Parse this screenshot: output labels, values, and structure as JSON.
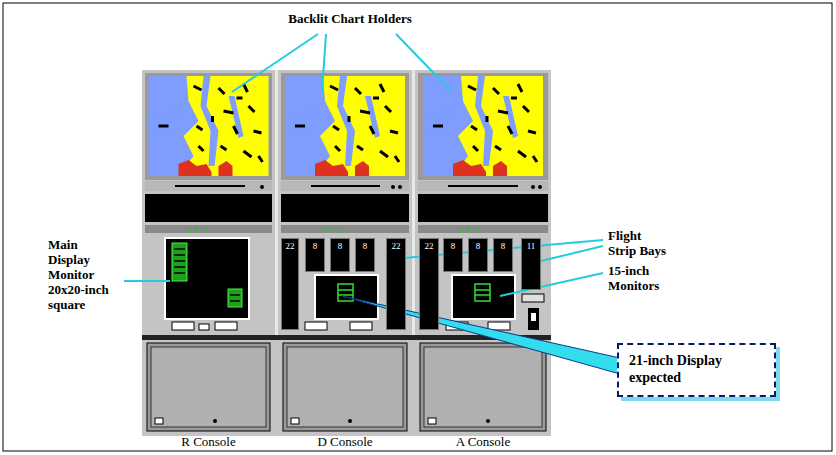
{
  "diagram": {
    "nodes": [
      {
        "text": [
          "R Console"
        ]
      },
      {
        "text": [
          "D Console"
        ]
      },
      {
        "text": [
          "22"
        ],
        "in": 1
      },
      {
        "text": [
          "8"
        ],
        "in": 1
      },
      {
        "text": [
          "8"
        ],
        "in": 1
      },
      {
        "text": [
          "8"
        ],
        "in": 1
      },
      {
        "text": [
          "22"
        ],
        "in": 1
      },
      {
        "text": [
          "A Console"
        ]
      },
      {
        "text": [
          "22"
        ],
        "in": 7
      },
      {
        "text": [
          "8"
        ],
        "in": 7
      },
      {
        "text": [
          "8"
        ],
        "in": 7
      },
      {
        "text": [
          "8"
        ],
        "in": 7
      },
      {
        "text": [
          "11"
        ],
        "in": 7
      },
      {
        "text": [
          "21-inch Display expected"
        ]
      }
    ],
    "labels": [
      "Backlit Chart Holders",
      "Main Display Monitor 20x20-inch square",
      "Flight Strip Bays",
      "15-inch Monitors"
    ]
  }
}
